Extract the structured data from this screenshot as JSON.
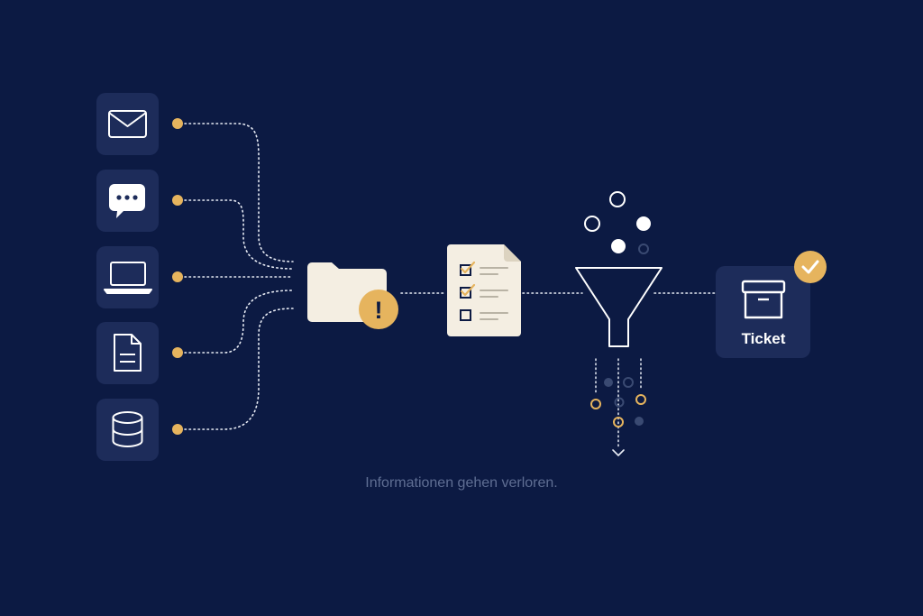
{
  "colors": {
    "background": "#0c1a43",
    "tile": "#1d2c5a",
    "accent": "#e6b45e",
    "line": "#e8ecf5",
    "document": "#f4eee2",
    "muted": "#3a4a72",
    "caption": "#5f6e93"
  },
  "sources": [
    {
      "icon": "mail-icon"
    },
    {
      "icon": "chat-bubble-icon"
    },
    {
      "icon": "laptop-icon"
    },
    {
      "icon": "document-icon"
    },
    {
      "icon": "database-icon"
    }
  ],
  "folder": {
    "icon": "folder-icon",
    "badge_icon": "exclamation-icon",
    "badge_text": "!"
  },
  "checklist": {
    "icon": "checklist-document-icon",
    "items": [
      "checked",
      "checked",
      "unchecked"
    ]
  },
  "funnel": {
    "icon": "funnel-icon"
  },
  "ticket": {
    "label": "Ticket",
    "icon": "archive-box-icon",
    "badge_icon": "checkmark-icon"
  },
  "caption": "Informationen gehen verloren."
}
